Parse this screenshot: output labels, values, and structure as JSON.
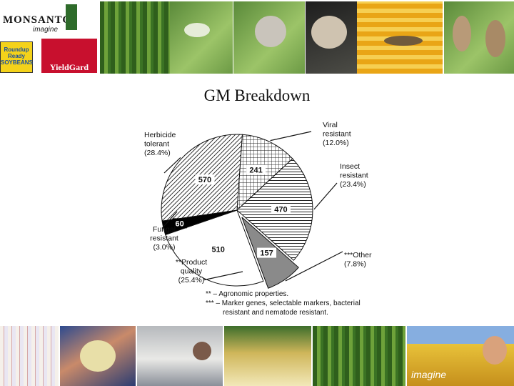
{
  "banner": {
    "brand": "MONSANTO",
    "tagline": "imagine",
    "logo_left": "Roundup Ready SOYBEANS",
    "logo_right": "YieldGard",
    "bottom_tagline": "imagine"
  },
  "slide": {
    "title": "GM Breakdown"
  },
  "chart_data": {
    "type": "pie",
    "title": "",
    "slices": [
      {
        "value": 241,
        "label": "241",
        "category": [
          "Viral",
          "resistant",
          "(12.0%)"
        ],
        "pattern": "grid",
        "fill": "#ffffff"
      },
      {
        "value": 470,
        "label": "470",
        "category": [
          "Insect",
          "resistant",
          "(23.4%)"
        ],
        "pattern": "hlines",
        "fill": "#ffffff"
      },
      {
        "value": 157,
        "label": "157",
        "category": [
          "***Other",
          "(7.8%)"
        ],
        "pattern": "solid",
        "fill": "#8a8a8a",
        "exploded": true
      },
      {
        "value": 510,
        "label": "510",
        "category": [
          "**Product",
          "quality",
          "(25.4%)"
        ],
        "pattern": "solid",
        "fill": "#ffffff"
      },
      {
        "value": 60,
        "label": "60",
        "category": [
          "Fungal",
          "resistant",
          "(3.0%)"
        ],
        "pattern": "solid",
        "fill": "#000000"
      },
      {
        "value": 570,
        "label": "570",
        "category": [
          "Herbicide",
          "tolerant",
          "(28.4%)"
        ],
        "pattern": "diag",
        "fill": "#ffffff"
      }
    ],
    "footnotes": [
      [
        "** – Agronomic properties."
      ],
      [
        "*** – Marker genes, selectable markers, bacterial",
        "resistant and nematode resistant."
      ]
    ]
  }
}
